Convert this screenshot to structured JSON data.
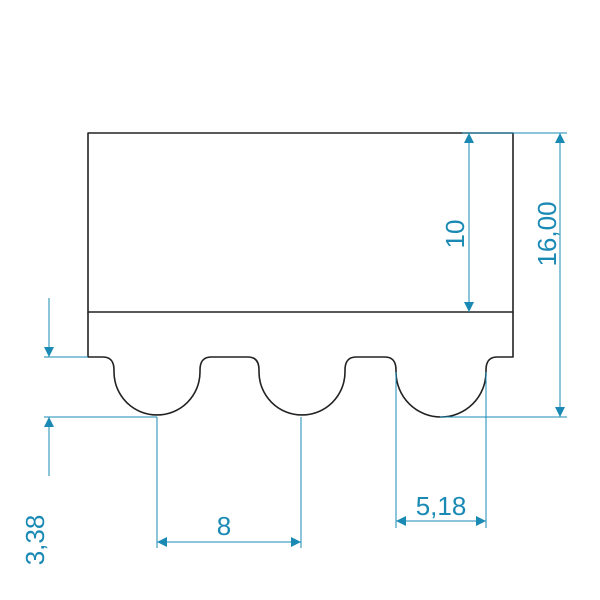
{
  "colors": {
    "outline": "#222222",
    "dimension": "#1a8ab5",
    "background": "#ffffff"
  },
  "dimensions": {
    "total_height": "16,00",
    "body_height": "10",
    "tooth_depth": "3,38",
    "pitch": "8",
    "tooth_width": "5,18"
  }
}
